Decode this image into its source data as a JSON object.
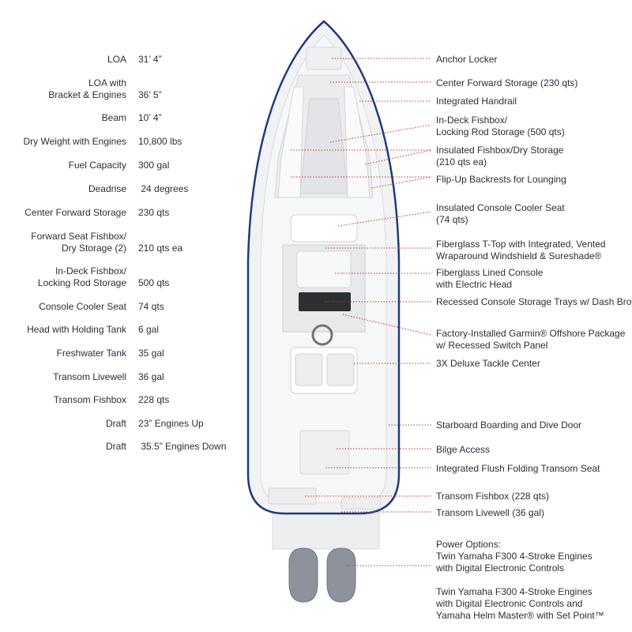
{
  "specs": [
    {
      "label": "LOA",
      "value": "31’ 4”"
    },
    {
      "label": "LOA with\nBracket & Engines",
      "value": "36’ 5”"
    },
    {
      "label": "Beam",
      "value": "10’ 4”"
    },
    {
      "label": "Dry Weight with Engines",
      "value": "10,800 lbs"
    },
    {
      "label": "Fuel Capacity",
      "value": "300 gal"
    },
    {
      "label": "Deadrise",
      "value": " 24 degrees"
    },
    {
      "label": "Center Forward Storage",
      "value": "230 qts"
    },
    {
      "label": "Forward Seat Fishbox/\nDry Storage (2)",
      "value": "210 qts ea"
    },
    {
      "label": "In-Deck Fishbox/\nLocking Rod Storage",
      "value": "500 qts"
    },
    {
      "label": "Console Cooler Seat",
      "value": "74 qts"
    },
    {
      "label": "Head with Holding Tank",
      "value": "6 gal"
    },
    {
      "label": "Freshwater Tank",
      "value": "35 gal"
    },
    {
      "label": "Transom Livewell",
      "value": "36 gal"
    },
    {
      "label": "Transom Fishbox",
      "value": "228 qts"
    },
    {
      "label": "Draft",
      "value": "23” Engines Up"
    },
    {
      "label": "Draft",
      "value": " 35.5” Engines Down"
    }
  ],
  "callouts": [
    "Anchor Locker",
    "Center Forward Storage (230 qts)",
    "Integrated Handrail",
    "In-Deck Fishbox/\nLocking Rod Storage (500 qts)",
    "Insulated Fishbox/Dry Storage\n(210 qts ea)",
    "Flip-Up Backrests for Lounging",
    "Insulated Console Cooler Seat\n(74 qts)",
    "Fiberglass T-Top with Integrated, Vented\nWraparound Windshield & Sureshade®",
    "Fiberglass Lined Console\nwith Electric Head",
    "Recessed Console Storage Trays w/ Dash Brow",
    "Factory-Installed Garmin® Offshore Package\nw/ Recessed Switch Panel",
    "3X Deluxe Tackle Center",
    "Starboard Boarding and Dive Door",
    "Bilge Access",
    "Integrated Flush Folding Transom Seat",
    "Transom Fishbox (228 qts)",
    "Transom Livewell (36 gal)",
    "Power Options:\nTwin Yamaha F300 4-Stroke Engines\nwith Digital Electronic Controls\n\nTwin Yamaha F300 4-Stroke Engines\nwith Digital Electronic Controls and\nYamaha Helm Master® with Set Point™"
  ],
  "colors": {
    "hull_outline": "#1f3d7a",
    "leader_line": "#c0392b",
    "deck": "#f1f2f3",
    "text": "#2b2f36"
  }
}
